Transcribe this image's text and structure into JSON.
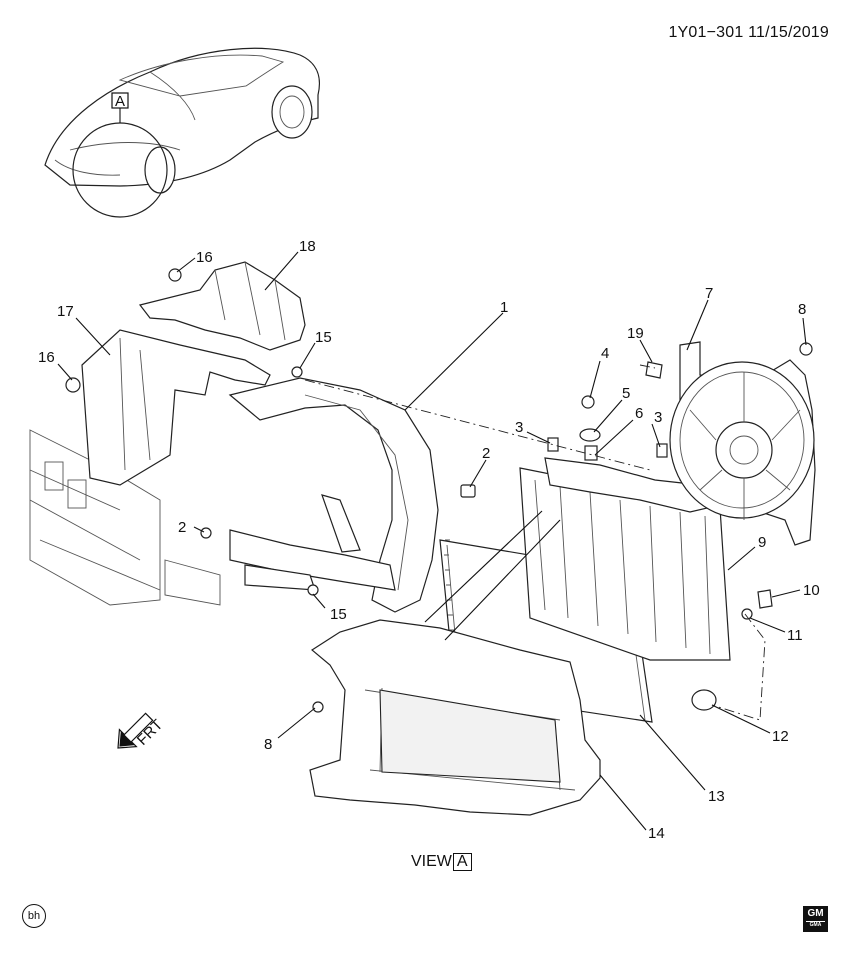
{
  "header": {
    "doc_id": "1Y01−301  11/15/2019"
  },
  "view_label": {
    "text": "VIEW",
    "box": "A"
  },
  "inset": {
    "callout": "A"
  },
  "front_arrow": {
    "text": "FRT"
  },
  "footer": {
    "artist_mark": "bh",
    "logo": "GM",
    "logo_sub": "GMA"
  },
  "callouts": {
    "c1": "1",
    "c2a": "2",
    "c2b": "2",
    "c3a": "3",
    "c3b": "3",
    "c4": "4",
    "c5": "5",
    "c6": "6",
    "c7": "7",
    "c8a": "8",
    "c8b": "8",
    "c9": "9",
    "c10": "10",
    "c11": "11",
    "c12": "12",
    "c13": "13",
    "c14": "14",
    "c15a": "15",
    "c15b": "15",
    "c16a": "16",
    "c16b": "16",
    "c17": "17",
    "c18": "18",
    "c19": "19"
  },
  "colors": {
    "ink": "#111111",
    "paper": "#ffffff"
  }
}
